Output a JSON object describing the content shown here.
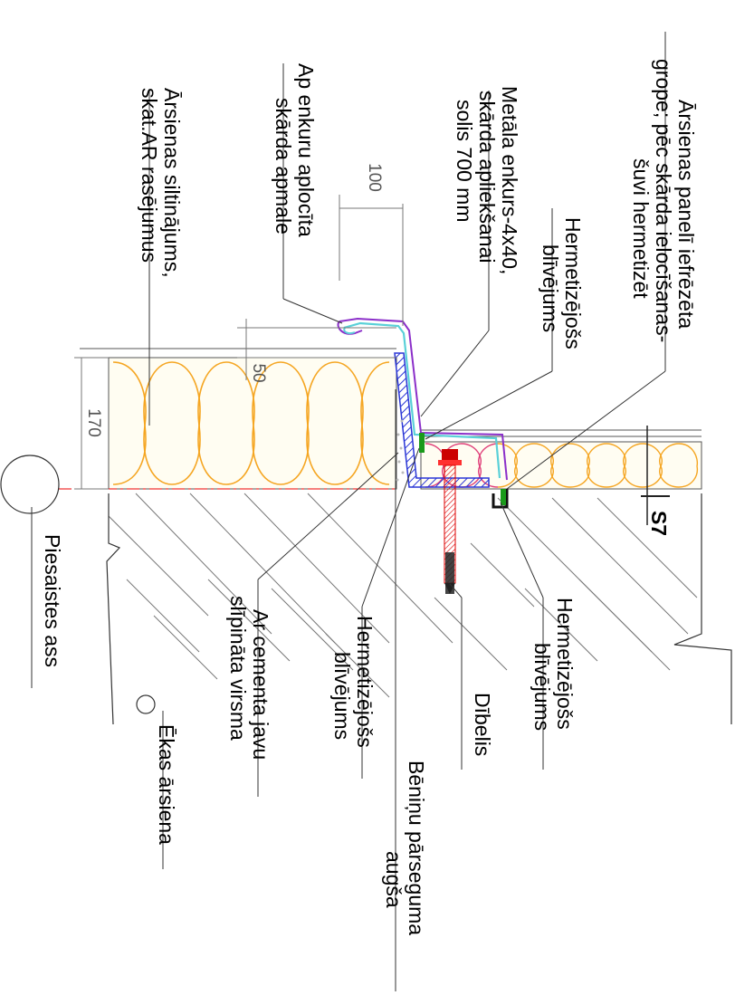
{
  "labels": {
    "panel_groove": [
      "Ārsienas panelī iefrēzēta",
      "grope; pēc skārda ielocīšanas-",
      "šuvi hermetizēt"
    ],
    "sealant_top": [
      "Hermetizējošs",
      "blīvējums"
    ],
    "metal_anchor": [
      "Metāla enkurs-4x40,",
      "skārda apliekšanai",
      "solis 700 mm"
    ],
    "anchor_flashing": [
      "Ap enkuru aplocīta",
      "skārda apmale"
    ],
    "wall_insulation": [
      "Ārsienas siltinājums,",
      "skat.AR rasējumus"
    ],
    "sealant_right": [
      "Hermetizējošs",
      "blīvējums"
    ],
    "dowel": [
      "Dībelis"
    ],
    "slab_top": [
      "Bēniņu pārseguma",
      "augša"
    ],
    "sealant_mid": [
      "Hermetizējošs",
      "blīvējums"
    ],
    "tile_surface": [
      "Ar cementa javu",
      "slīpināta virsma"
    ],
    "exterior_wall": [
      "Ēkas ārsiena"
    ],
    "reference_axis": [
      "Piesaistes ass"
    ]
  },
  "section_mark": "S7",
  "dimensions": {
    "d100": "100",
    "d50": "50",
    "d170": "170"
  },
  "colors": {
    "insulation": "#f5a623",
    "insulation_fill": "#fff3b0",
    "membrane": "#8b2fc9",
    "flashing": "#5ad0d8",
    "anchor_plate": "#2a36d6",
    "sealant": "#1a9a1a",
    "screw": "#e00000",
    "hatch": "#555555"
  }
}
